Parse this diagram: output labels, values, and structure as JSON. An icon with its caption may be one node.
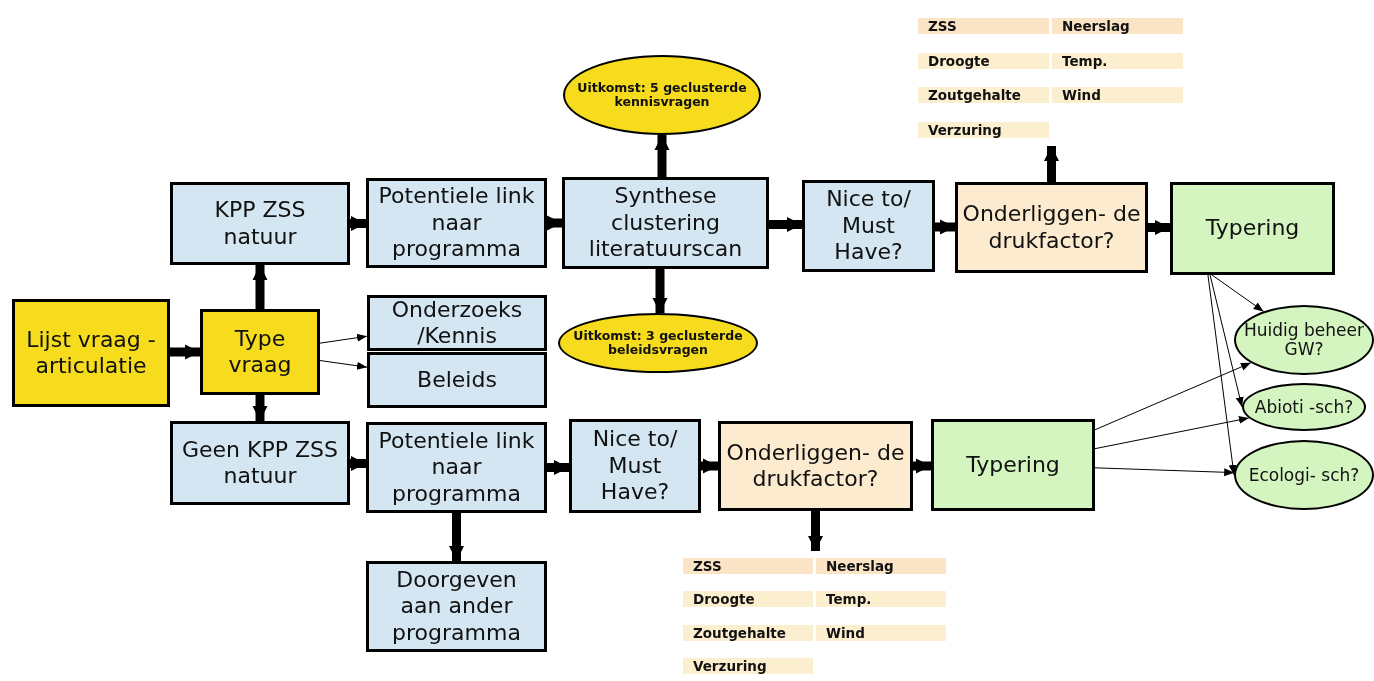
{
  "diagram": {
    "nodes": [
      {
        "text": [
          "Lijst vraag - articulatie"
        ]
      },
      {
        "text": [
          "Type vraag"
        ]
      },
      {
        "text": [
          "KPP ZSS natuur"
        ]
      },
      {
        "text": [
          "Potentiele link naar programma"
        ]
      },
      {
        "text": [
          "Synthese clustering literatuurscan"
        ]
      },
      {
        "text": [
          "Uitkomst: 5 geclusterde kennisvragen"
        ]
      },
      {
        "text": [
          "Uitkomst: 3 geclusterde beleidsvragen"
        ]
      },
      {
        "text": [
          "Nice to/ Must Have?"
        ]
      },
      {
        "text": [
          "Onderliggen- de drukfactor?"
        ]
      },
      {
        "text": [
          "ZSS",
          "Neerslag",
          "Droogte",
          "Temp.",
          "Zoutgehalte",
          "Wind",
          "Verzuring"
        ]
      },
      {
        "text": [
          "Typering"
        ]
      },
      {
        "text": [
          "Onderzoeks /Kennis"
        ]
      },
      {
        "text": [
          "Beleids"
        ]
      },
      {
        "text": [
          "Geen KPP ZSS natuur"
        ]
      },
      {
        "text": [
          "Potentiele link naar programma"
        ]
      },
      {
        "text": [
          "Nice to/ Must Have?"
        ]
      },
      {
        "text": [
          "Onderliggen- de drukfactor?"
        ]
      },
      {
        "text": [
          "Typering"
        ]
      },
      {
        "text": [
          "Doorgeven aan ander programma"
        ]
      },
      {
        "text": [
          "ZSS",
          "Neerslag",
          "Droogte",
          "Temp.",
          "Zoutgehalte",
          "Wind",
          "Verzuring"
        ]
      },
      {
        "text": [
          "Huidig beheer GW?"
        ]
      },
      {
        "text": [
          "Abioti -sch?"
        ]
      },
      {
        "text": [
          "Ecologi- sch?"
        ]
      }
    ],
    "edges": [
      {
        "from": 0,
        "to": 1,
        "arrow": "to"
      },
      {
        "from": 1,
        "to": 2,
        "arrow": "to"
      },
      {
        "from": 1,
        "to": 13,
        "arrow": "to"
      },
      {
        "from": 1,
        "to": 11,
        "arrow": "to"
      },
      {
        "from": 1,
        "to": 12,
        "arrow": "to"
      },
      {
        "from": 2,
        "to": 3,
        "arrow": "to"
      },
      {
        "from": 3,
        "to": 4,
        "arrow": "to"
      },
      {
        "from": 4,
        "to": 5,
        "arrow": "to"
      },
      {
        "from": 4,
        "to": 6,
        "arrow": "to"
      },
      {
        "from": 4,
        "to": 7,
        "arrow": "to"
      },
      {
        "from": 7,
        "to": 8,
        "arrow": "to"
      },
      {
        "from": 8,
        "to": 9,
        "arrow": "to"
      },
      {
        "from": 8,
        "to": 10,
        "arrow": "to"
      },
      {
        "from": 10,
        "to": 20,
        "arrow": "to"
      },
      {
        "from": 10,
        "to": 21,
        "arrow": "to"
      },
      {
        "from": 10,
        "to": 22,
        "arrow": "to"
      },
      {
        "from": 13,
        "to": 14,
        "arrow": "to"
      },
      {
        "from": 14,
        "to": 15,
        "arrow": "to"
      },
      {
        "from": 14,
        "to": 18,
        "arrow": "to"
      },
      {
        "from": 15,
        "to": 16,
        "arrow": "to"
      },
      {
        "from": 16,
        "to": 17,
        "arrow": "to"
      },
      {
        "from": 16,
        "to": 19,
        "arrow": "to"
      },
      {
        "from": 17,
        "to": 20,
        "arrow": "to"
      },
      {
        "from": 17,
        "to": 21,
        "arrow": "to"
      },
      {
        "from": 17,
        "to": 22,
        "arrow": "to"
      }
    ]
  }
}
